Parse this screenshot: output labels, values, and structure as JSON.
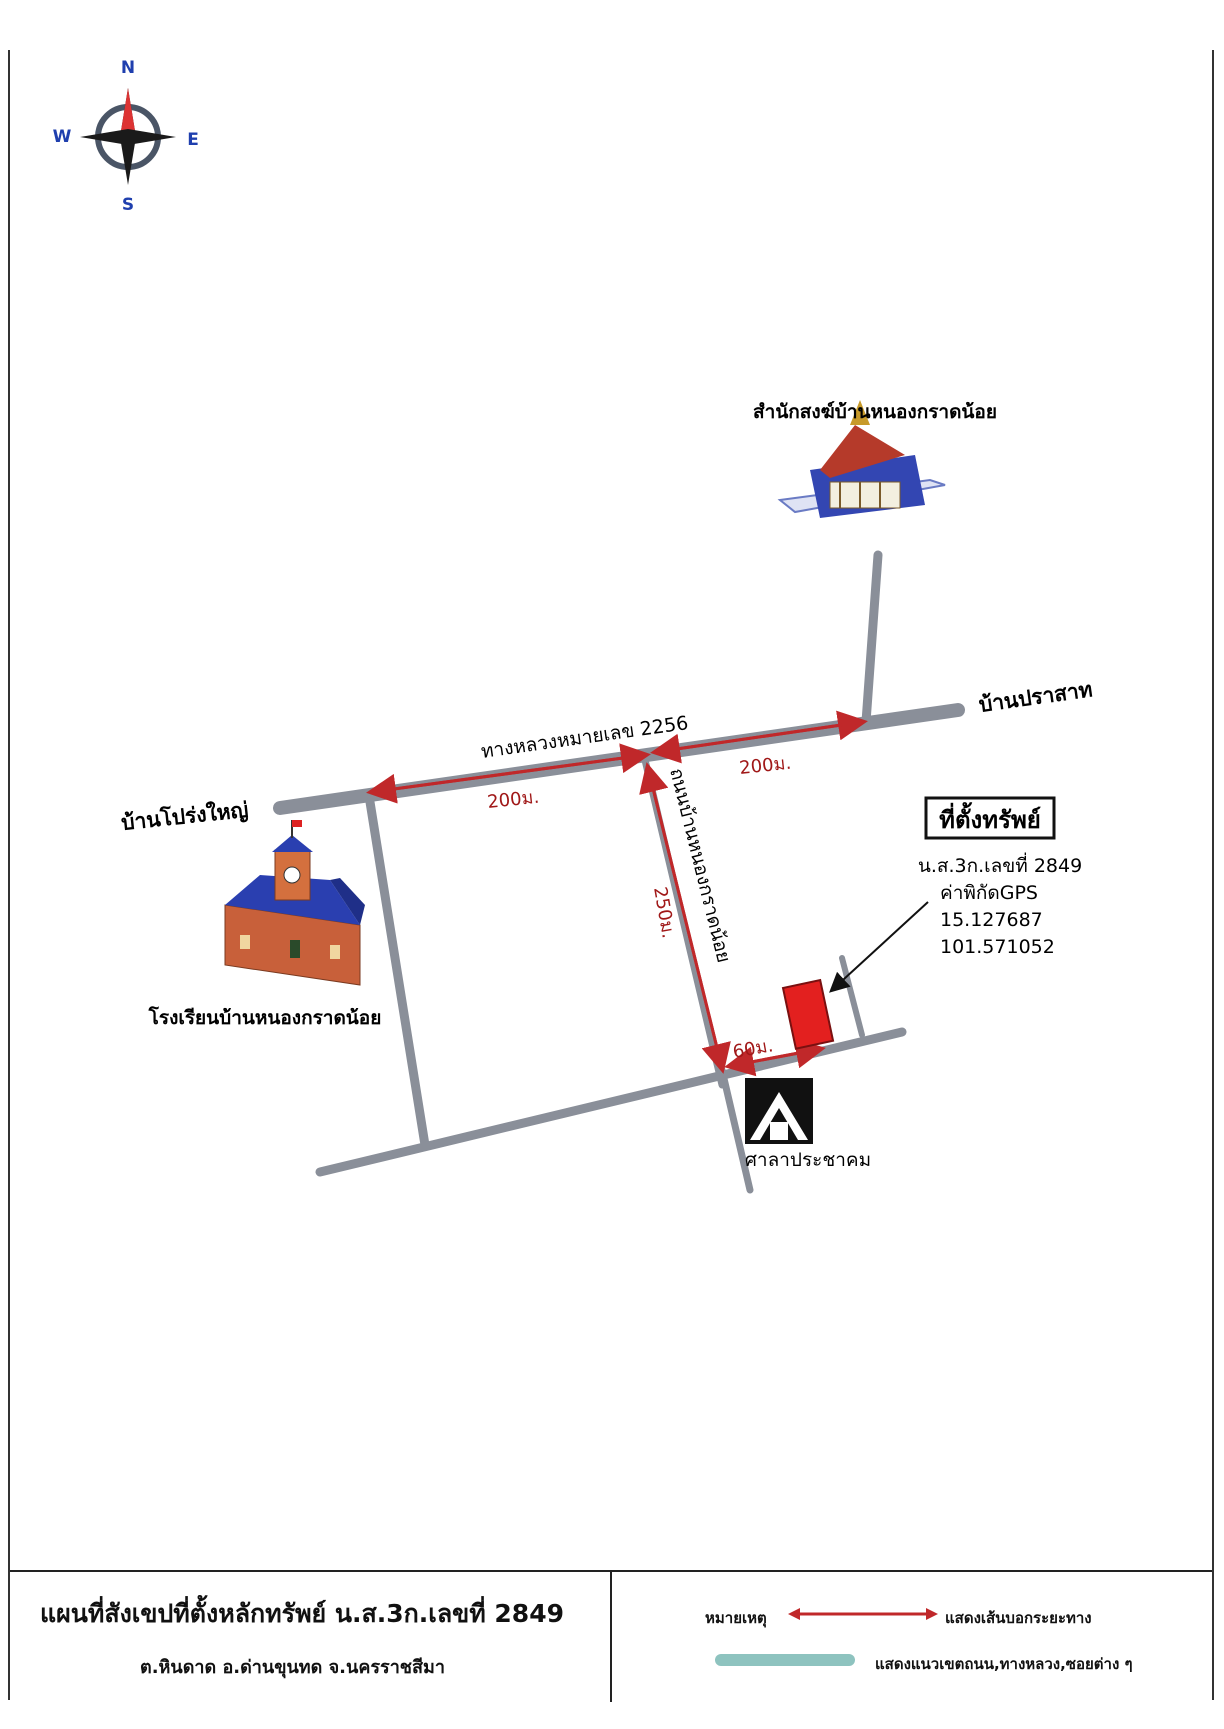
{
  "compass": {
    "north": "N",
    "south": "S",
    "east": "E",
    "west": "W",
    "icon": "compass-rose-icon"
  },
  "landmarks": {
    "temple": {
      "label": "สำนักสงฆ์บ้านหนองกราดน้อย",
      "icon": "temple-icon"
    },
    "school": {
      "label": "โรงเรียนบ้านหนองกราดน้อย",
      "icon": "school-icon"
    },
    "hall": {
      "label": "ศาลาประชาคม",
      "icon": "hall-icon"
    }
  },
  "places": {
    "ban_prasat": "บ้านปราสาท",
    "ban_prong_yai": "บ้านโปร่งใหญ่"
  },
  "roads": {
    "highway": "ทางหลวงหมายเลข 2256",
    "village_road": "ถนนบ้านหนองกราดน้อย"
  },
  "distances": {
    "highway_left": "200ม.",
    "highway_right": "200ม.",
    "village_road": "250ม.",
    "to_property": "60ม."
  },
  "property": {
    "heading": "ที่ตั้งทรัพย์",
    "deed": "น.ส.3ก.เลขที่ 2849",
    "gps_label": "ค่าพิกัดGPS",
    "lat": "15.127687",
    "lon": "101.571052"
  },
  "legend": {
    "title": "แผนที่สังเขปที่ตั้งหลักทรัพย์ น.ส.3ก.เลขที่ 2849",
    "subtitle": "ต.หินดาด  อ.ด่านขุนทด  จ.นครราชสีมา",
    "legend_word": "หมายเหตุ",
    "distance_text": "แสดงเส้นบอกระยะทาง",
    "road_text": "แสดงแนวเขตถนน,ทางหลวง,ซอยต่าง ๆ"
  },
  "colors": {
    "road": "#8a8f99",
    "distance_arrow": "#c0282a",
    "property": "#e3201f",
    "distance_text": "#a01818"
  }
}
